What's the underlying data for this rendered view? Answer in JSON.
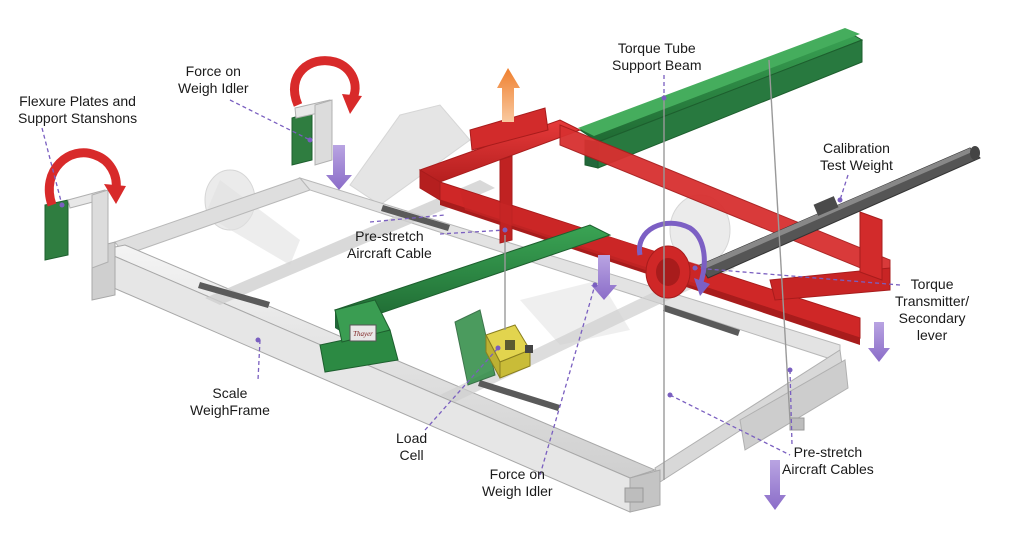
{
  "labels": {
    "flexure_plates": [
      "Flexure Plates and",
      "Support Stanshons"
    ],
    "force_idler_top": [
      "Force on",
      "Weigh Idler"
    ],
    "torque_tube_beam": [
      "Torque Tube",
      "Support Beam"
    ],
    "calibration_weight": [
      "Calibration",
      "Test Weight"
    ],
    "prestretch_cable": [
      "Pre-stretch",
      "Aircraft Cable"
    ],
    "torque_transmitter": [
      "Torque",
      "Transmitter/",
      "Secondary",
      "lever"
    ],
    "scale_weighframe": [
      "Scale",
      "WeighFrame"
    ],
    "load_cell": [
      "Load",
      "Cell"
    ],
    "force_idler_bottom": [
      "Force on",
      "Weigh Idler"
    ],
    "prestretch_cables": [
      "Pre-stretch",
      "Aircraft Cables"
    ]
  },
  "logo_text": "Thayer",
  "colors": {
    "frame_white": "#e9e9e9",
    "frame_shade": "#c9c9c9",
    "red": "#d82a2a",
    "red_dark": "#a81c1c",
    "green": "#2c8a43",
    "green_dark": "#1d5f2e",
    "load_cell": "#d4c63c",
    "arrow_purple": "#9b7fd0",
    "arrow_orange": "#f08a3a",
    "leader": "#7a5fc0"
  }
}
